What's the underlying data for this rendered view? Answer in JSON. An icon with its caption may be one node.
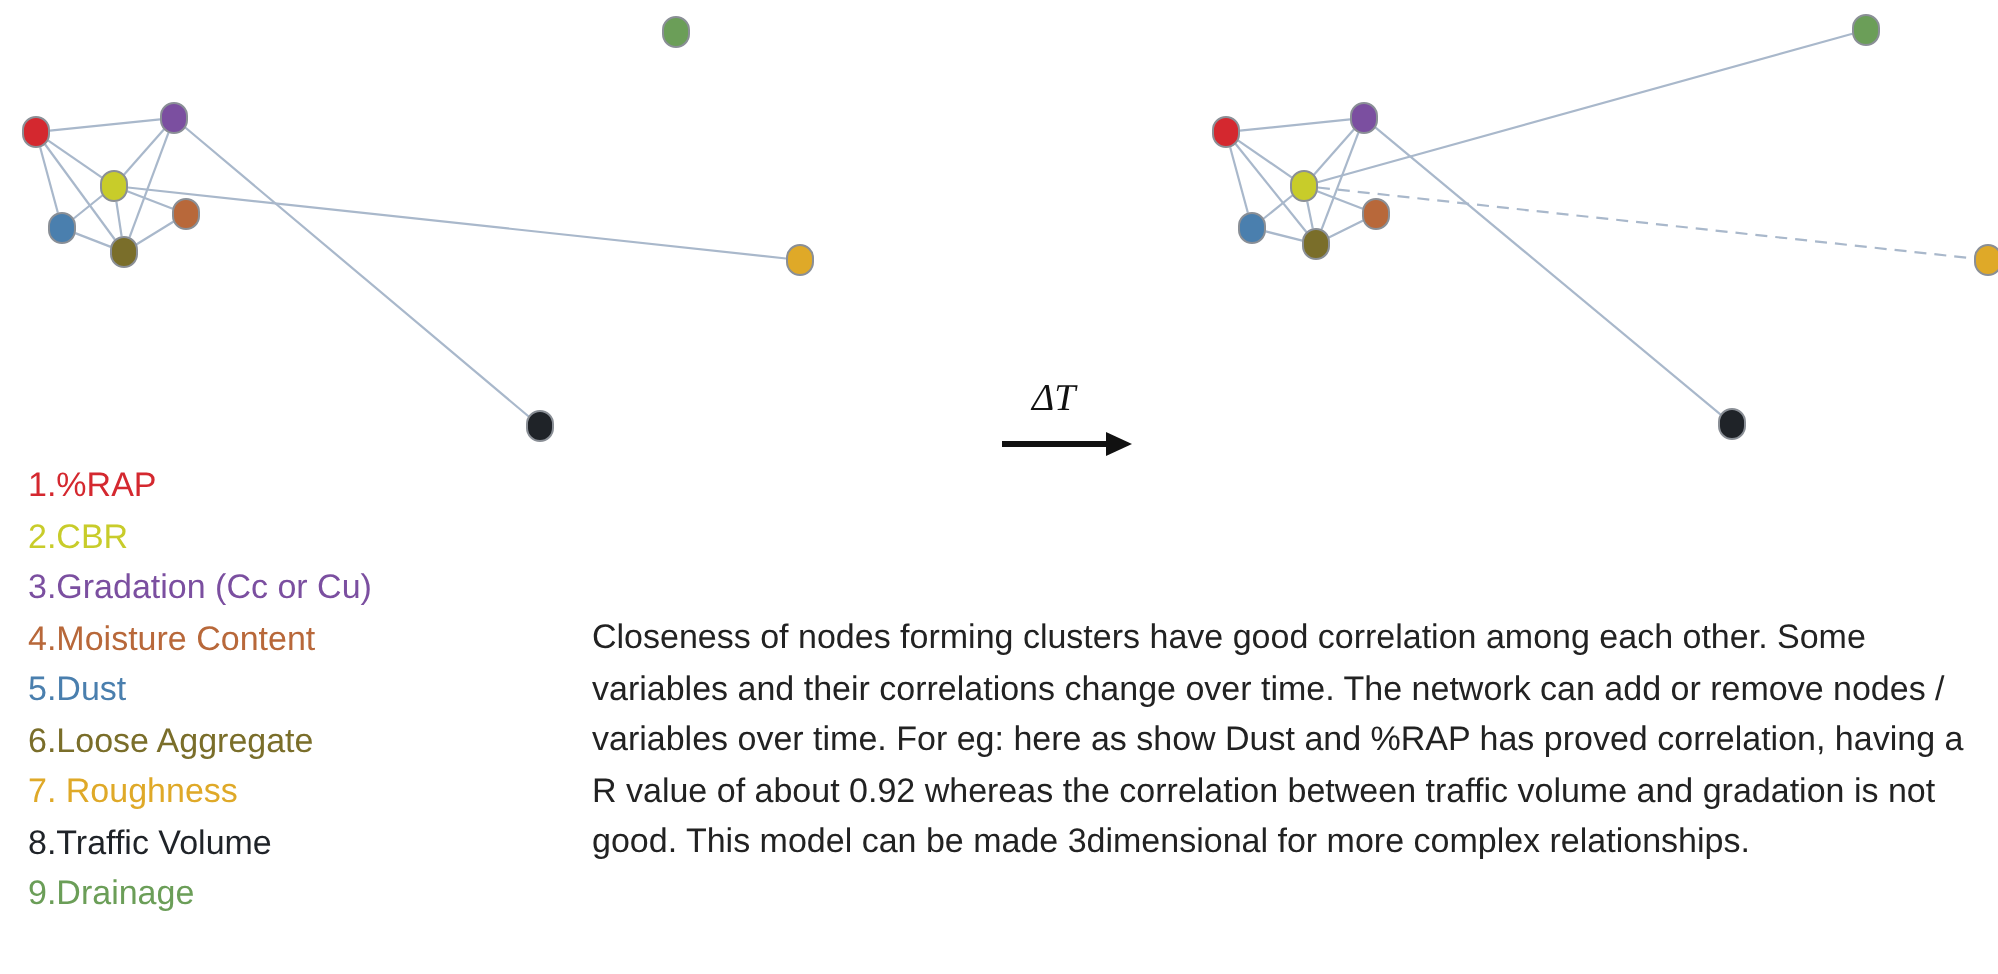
{
  "diagram": {
    "nodes": [
      {
        "text": [],
        "shape": "circle"
      },
      {
        "text": [],
        "shape": "circle"
      },
      {
        "text": [],
        "shape": "circle"
      },
      {
        "text": [],
        "shape": "circle"
      },
      {
        "text": [],
        "shape": "circle"
      },
      {
        "text": [],
        "shape": "circle"
      },
      {
        "text": [],
        "shape": "circle"
      },
      {
        "text": [],
        "shape": "circle"
      },
      {
        "text": [],
        "shape": "circle"
      },
      {
        "text": [],
        "shape": "circle"
      },
      {
        "text": [],
        "shape": "circle"
      },
      {
        "text": [],
        "shape": "circle"
      },
      {
        "text": [],
        "shape": "circle"
      },
      {
        "text": [],
        "shape": "circle"
      },
      {
        "text": [],
        "shape": "circle"
      },
      {
        "text": [],
        "shape": "circle"
      },
      {
        "text": [],
        "shape": "circle"
      },
      {
        "text": [],
        "shape": "circle"
      }
    ],
    "edges": [
      {
        "from": 0,
        "to": 2,
        "arrow": "none"
      },
      {
        "from": 0,
        "to": 1,
        "arrow": "none"
      },
      {
        "from": 0,
        "to": 5,
        "arrow": "none"
      },
      {
        "from": 0,
        "to": 4,
        "arrow": "none"
      },
      {
        "from": 2,
        "to": 1,
        "arrow": "none"
      },
      {
        "from": 2,
        "to": 5,
        "arrow": "none"
      },
      {
        "from": 2,
        "to": 7,
        "arrow": "none"
      },
      {
        "from": 1,
        "to": 4,
        "arrow": "none"
      },
      {
        "from": 1,
        "to": 5,
        "arrow": "none"
      },
      {
        "from": 1,
        "to": 3,
        "arrow": "none"
      },
      {
        "from": 1,
        "to": 6,
        "arrow": "none"
      },
      {
        "from": 4,
        "to": 5,
        "arrow": "none"
      },
      {
        "from": 5,
        "to": 3,
        "arrow": "none"
      },
      {
        "from": 9,
        "to": 11,
        "arrow": "none"
      },
      {
        "from": 9,
        "to": 10,
        "arrow": "none"
      },
      {
        "from": 9,
        "to": 14,
        "arrow": "none"
      },
      {
        "from": 9,
        "to": 13,
        "arrow": "none"
      },
      {
        "from": 11,
        "to": 10,
        "arrow": "none"
      },
      {
        "from": 11,
        "to": 14,
        "arrow": "none"
      },
      {
        "from": 11,
        "to": 16,
        "arrow": "none"
      },
      {
        "from": 10,
        "to": 13,
        "arrow": "none"
      },
      {
        "from": 10,
        "to": 14,
        "arrow": "none"
      },
      {
        "from": 10,
        "to": 12,
        "arrow": "none"
      },
      {
        "from": 10,
        "to": 15,
        "arrow": "none",
        "style": "dashed"
      },
      {
        "from": 10,
        "to": 17,
        "arrow": "none"
      },
      {
        "from": 13,
        "to": 14,
        "arrow": "none"
      },
      {
        "from": 14,
        "to": 12,
        "arrow": "none"
      }
    ],
    "labels": [
      "ΔT",
      "Closeness of nodes forming clusters have good correlation among each other. Some variables and their correlations change over time. The network can add or remove nodes / variables over time. For eg: here as show Dust and %RAP has proved correlation, having a R value of about 0.92 whereas the correlation between traffic volume and gradation is not good. This model can be made 3dimensional for more complex relationships."
    ],
    "legend": [
      {
        "text": "1.%RAP",
        "color": "#d4282f"
      },
      {
        "text": "2.CBR",
        "color": "#c8cc2a"
      },
      {
        "text": "3.Gradation (Cc or Cu)",
        "color": "#7b4fa0"
      },
      {
        "text": "4.Moisture Content",
        "color": "#b8683a"
      },
      {
        "text": "5.Dust",
        "color": "#4a7fae"
      },
      {
        "text": "6.Loose Aggregate",
        "color": "#7a6e2a"
      },
      {
        "text": "7. Roughness",
        "color": "#dfa928"
      },
      {
        "text": "8.Traffic Volume",
        "color": "#1f2328"
      },
      {
        "text": "9.Drainage",
        "color": "#6b9e58"
      }
    ]
  }
}
